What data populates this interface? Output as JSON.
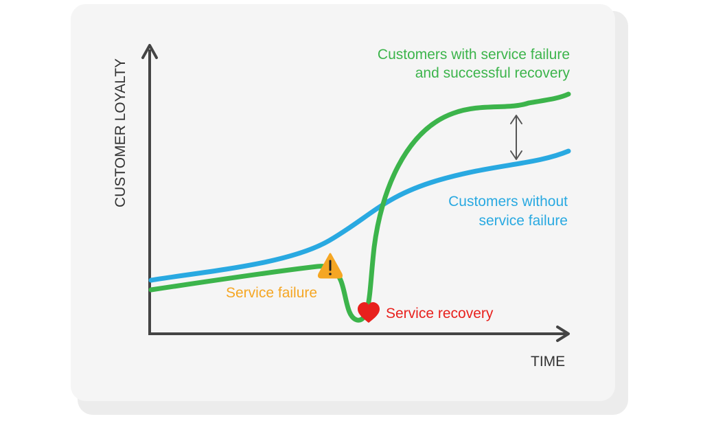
{
  "axes": {
    "y_label": "CUSTOMER LOYALTY",
    "x_label": "TIME"
  },
  "labels": {
    "recovered_line1": "Customers with service failure",
    "recovered_line2": "and successful recovery",
    "baseline_line1": "Customers without",
    "baseline_line2": "service failure",
    "failure": "Service failure",
    "recovery": "Service recovery"
  },
  "icons": {
    "failure": "warning-icon",
    "recovery": "heart-icon",
    "difference": "double-arrow-icon"
  },
  "colors": {
    "recovered_curve": "#3cb44b",
    "baseline_curve": "#29a9e1",
    "failure": "#f5a623",
    "recovery": "#e8211d",
    "axis": "#444444"
  }
}
